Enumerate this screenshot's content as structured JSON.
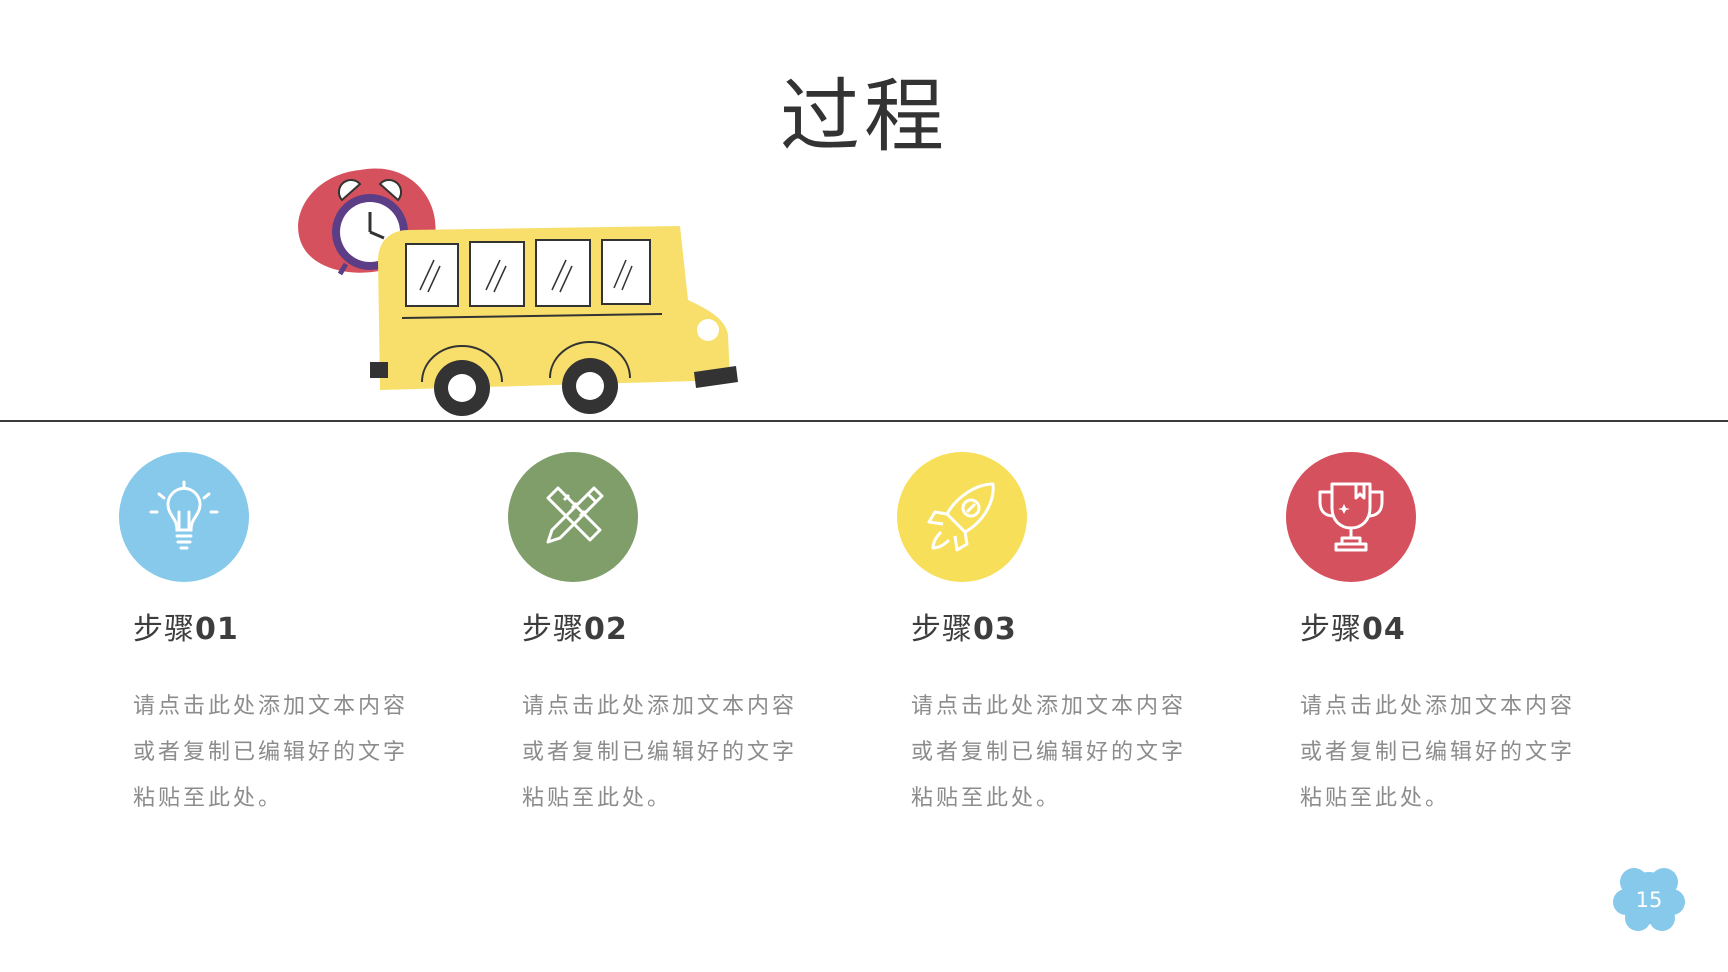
{
  "slide": {
    "title": "过程",
    "page_number": "15"
  },
  "colors": {
    "blue": "#86c9ea",
    "green": "#7f9e6a",
    "yellow": "#f7df5a",
    "red": "#d5515d",
    "bus_yellow": "#f8df6c",
    "text_gray": "#8c8c8c"
  },
  "steps": [
    {
      "prefix": "步骤",
      "number": "01",
      "icon": "lightbulb-icon",
      "color": "blue",
      "lines": [
        "请点击此处添加文本内容",
        "或者复制已编辑好的文字",
        "粘贴至此处。"
      ]
    },
    {
      "prefix": "步骤",
      "number": "02",
      "icon": "pencil-ruler-icon",
      "color": "green",
      "lines": [
        "请点击此处添加文本内容",
        "或者复制已编辑好的文字",
        "粘贴至此处。"
      ]
    },
    {
      "prefix": "步骤",
      "number": "03",
      "icon": "rocket-icon",
      "color": "yellow",
      "lines": [
        "请点击此处添加文本内容",
        "或者复制已编辑好的文字",
        "粘贴至此处。"
      ]
    },
    {
      "prefix": "步骤",
      "number": "04",
      "icon": "trophy-icon",
      "color": "red",
      "lines": [
        "请点击此处添加文本内容",
        "或者复制已编辑好的文字",
        "粘贴至此处。"
      ]
    }
  ]
}
